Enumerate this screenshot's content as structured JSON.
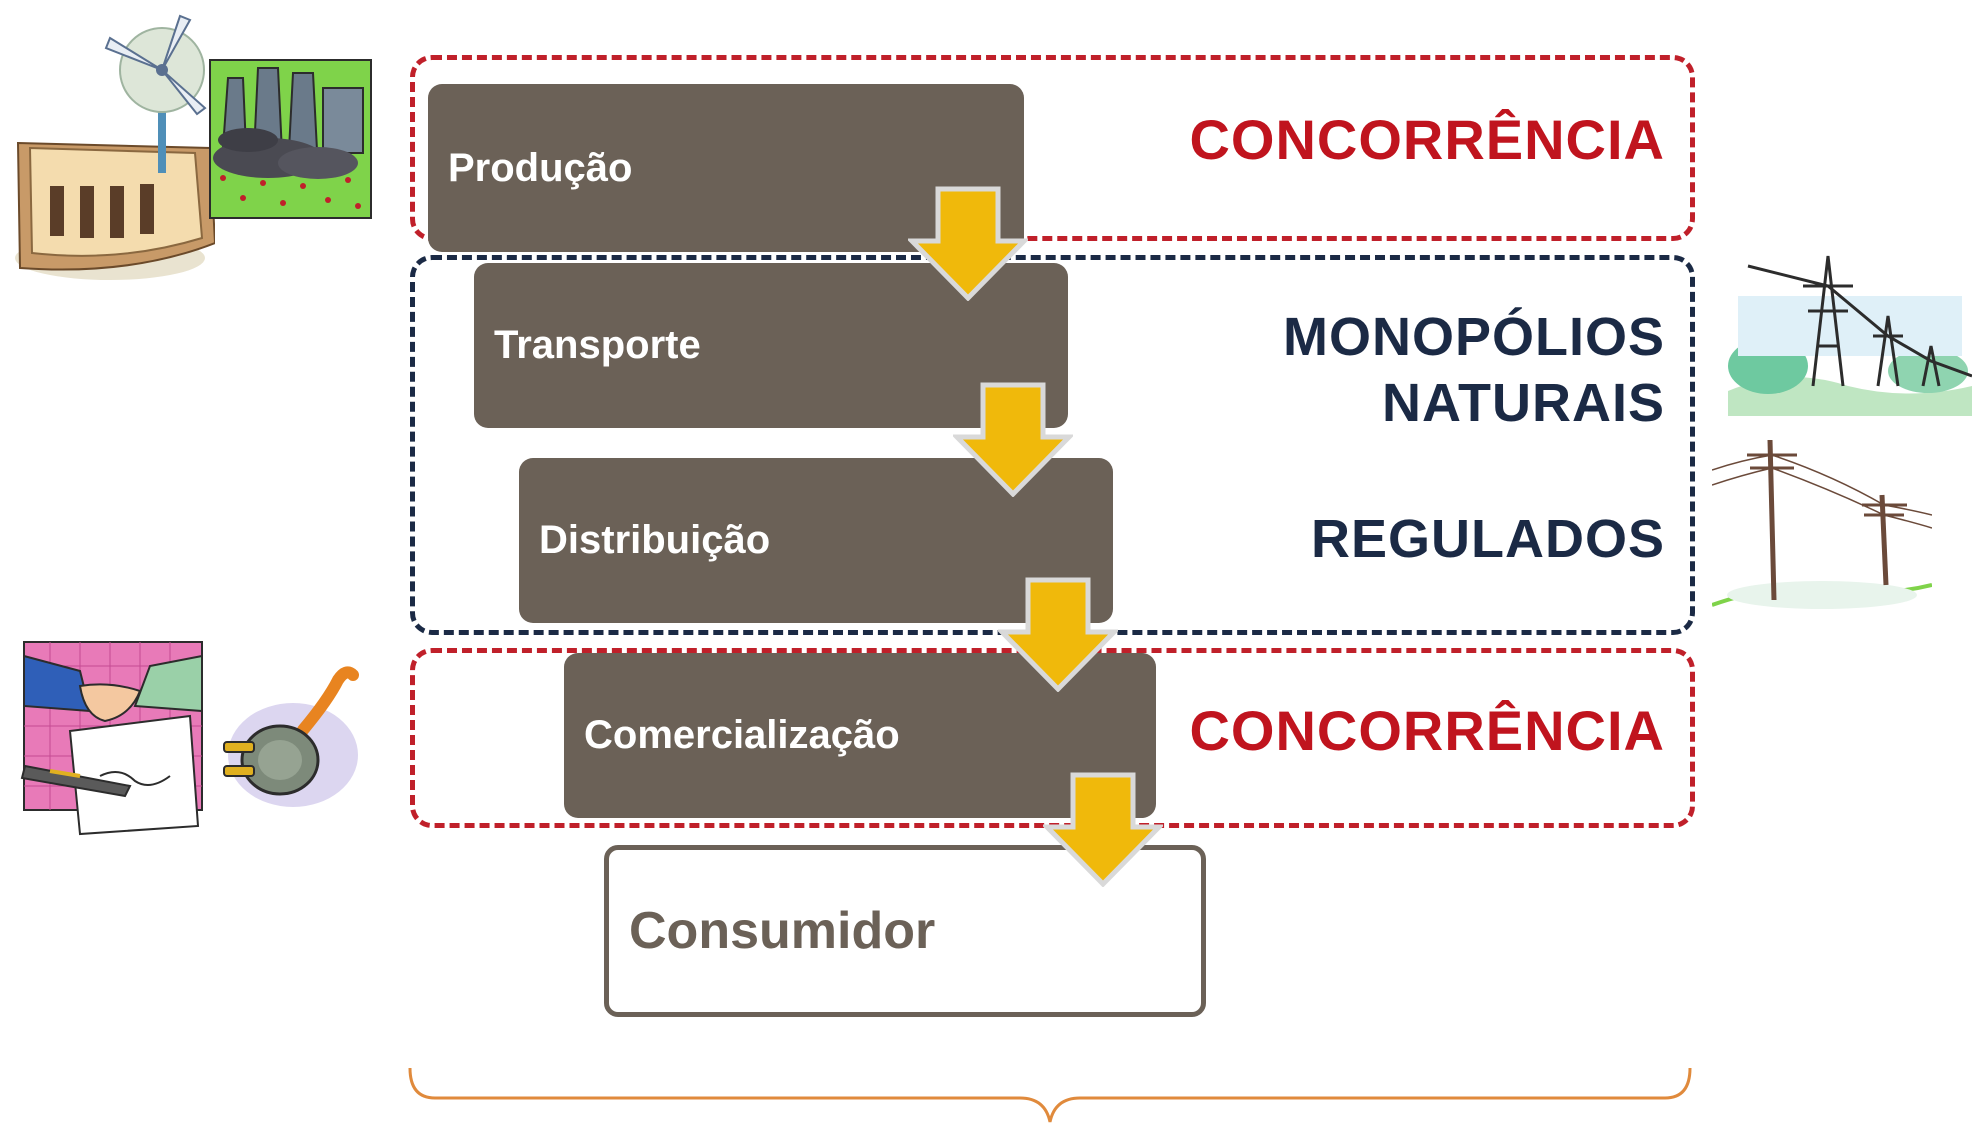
{
  "stages": [
    {
      "label": "Produção"
    },
    {
      "label": "Transporte"
    },
    {
      "label": "Distribuição"
    },
    {
      "label": "Comercialização"
    },
    {
      "label": "Consumidor"
    }
  ],
  "segments": [
    {
      "label": "CONCORRÊNCIA",
      "color": "#c0202a"
    },
    {
      "label_line1": "MONOPÓLIOS",
      "label_line2": "NATURAIS",
      "label_sub": "REGULADOS",
      "color": "#1b2a45"
    },
    {
      "label": "CONCORRÊNCIA",
      "color": "#c0202a"
    }
  ],
  "colors": {
    "stage_fill": "#6b6157",
    "arrow_fill": "#f0b90b",
    "bracket": "#e08a3c"
  },
  "icons": [
    "wind-turbine-dam-icon",
    "power-plant-icon",
    "transmission-tower-icon",
    "utility-pole-icon",
    "handshake-contract-icon",
    "electric-plug-icon"
  ]
}
